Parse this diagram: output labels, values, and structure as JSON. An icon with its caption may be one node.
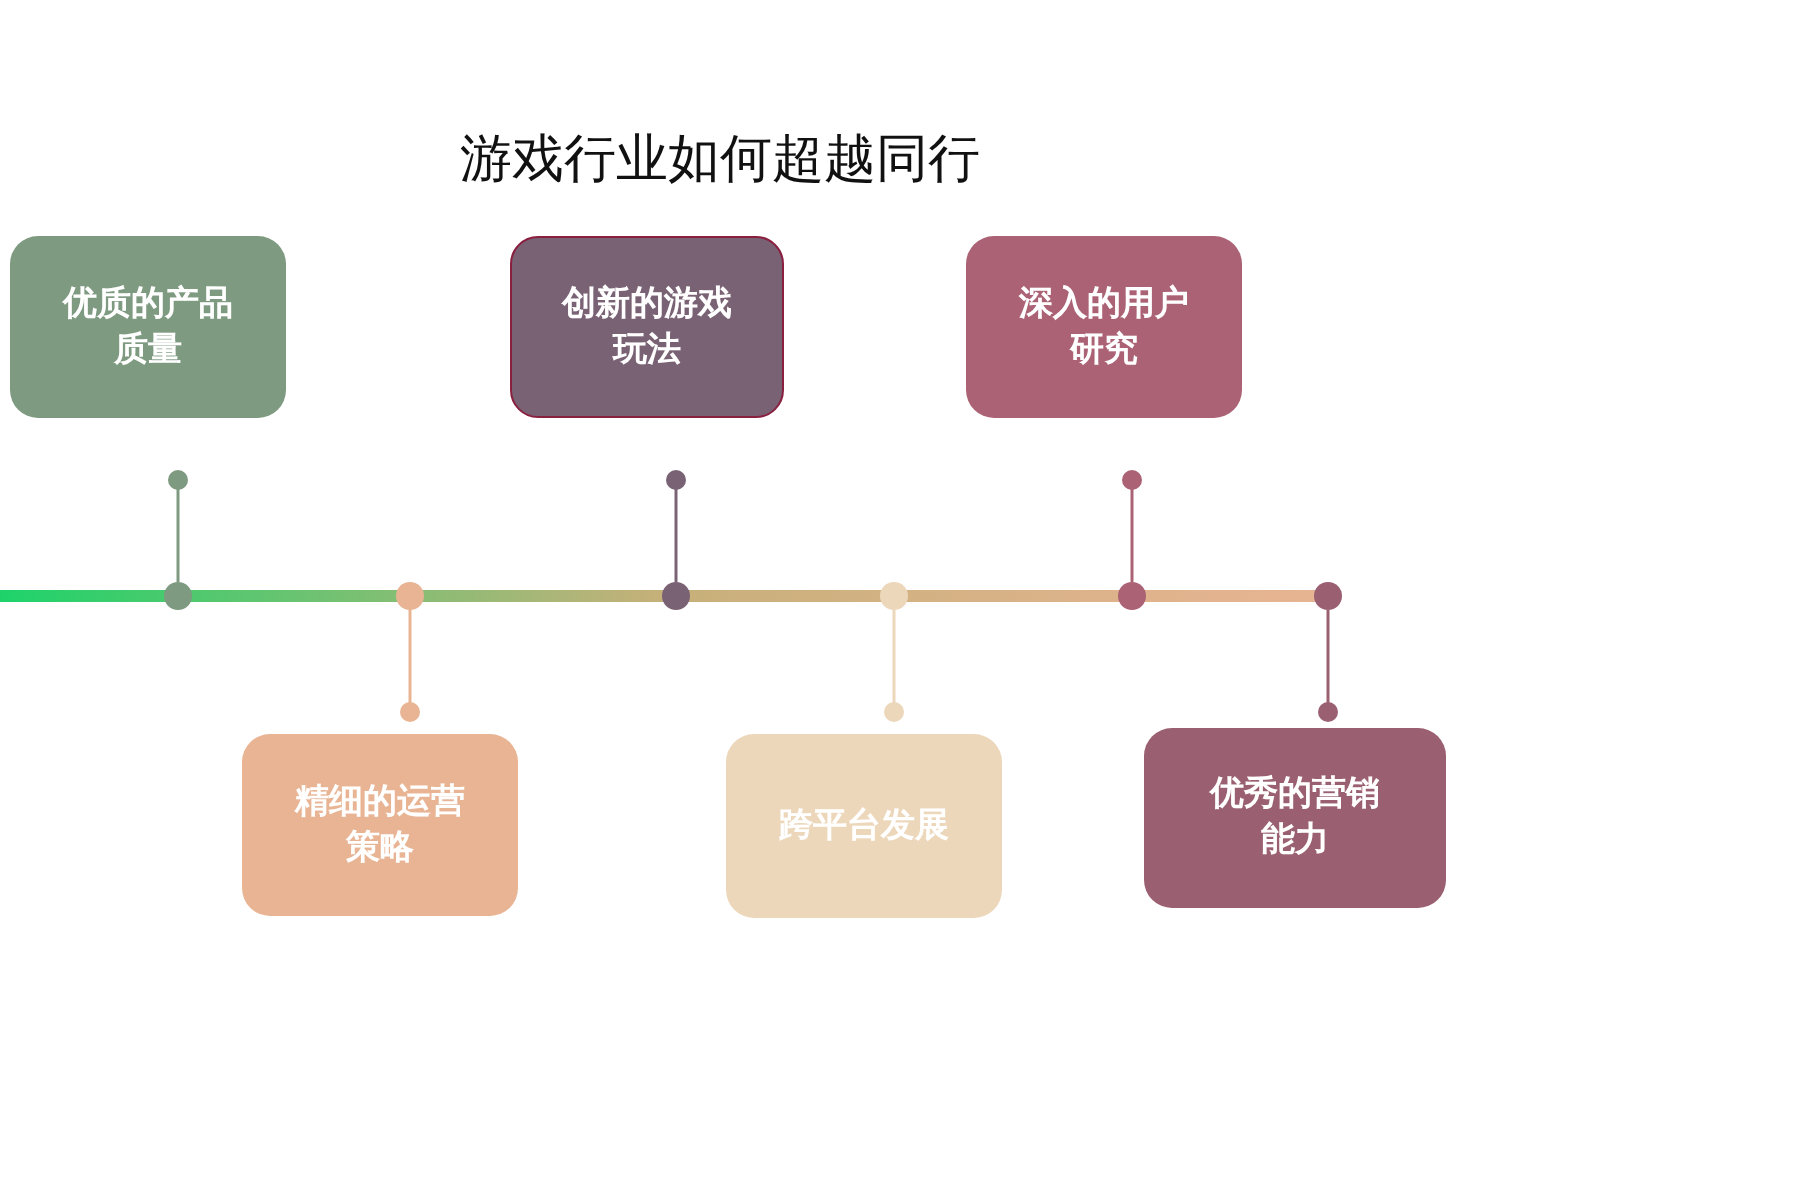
{
  "diagram": {
    "title": "游戏行业如何超越同行",
    "nodes": [
      {
        "text": [
          "优质的产品质量"
        ]
      },
      {
        "text": [
          "创新的游戏玩法"
        ]
      },
      {
        "text": [
          "深入的用户研究"
        ]
      },
      {
        "text": [
          "精细的运营策略"
        ]
      },
      {
        "text": [
          "跨平台发展"
        ]
      },
      {
        "text": [
          "优秀的营销能力"
        ]
      },
      {
        "text": [],
        "shape": "circle"
      },
      {
        "text": [],
        "shape": "circle"
      },
      {
        "text": [],
        "shape": "circle"
      },
      {
        "text": [],
        "shape": "circle"
      },
      {
        "text": [],
        "shape": "circle"
      },
      {
        "text": [],
        "shape": "circle"
      }
    ],
    "edges": [
      {
        "from": 0,
        "to": 6,
        "arrow": "other",
        "color": "#7e9a80"
      },
      {
        "from": 3,
        "to": 7,
        "arrow": "other",
        "color": "#e8b493"
      },
      {
        "from": 1,
        "to": 8,
        "arrow": "other",
        "color": "#7a6275"
      },
      {
        "from": 4,
        "to": 9,
        "arrow": "other",
        "color": "#ecd7bb"
      },
      {
        "from": 2,
        "to": 10,
        "arrow": "other",
        "color": "#ab6275"
      },
      {
        "from": 5,
        "to": 11,
        "arrow": "other",
        "color": "#9a5f70"
      }
    ]
  }
}
